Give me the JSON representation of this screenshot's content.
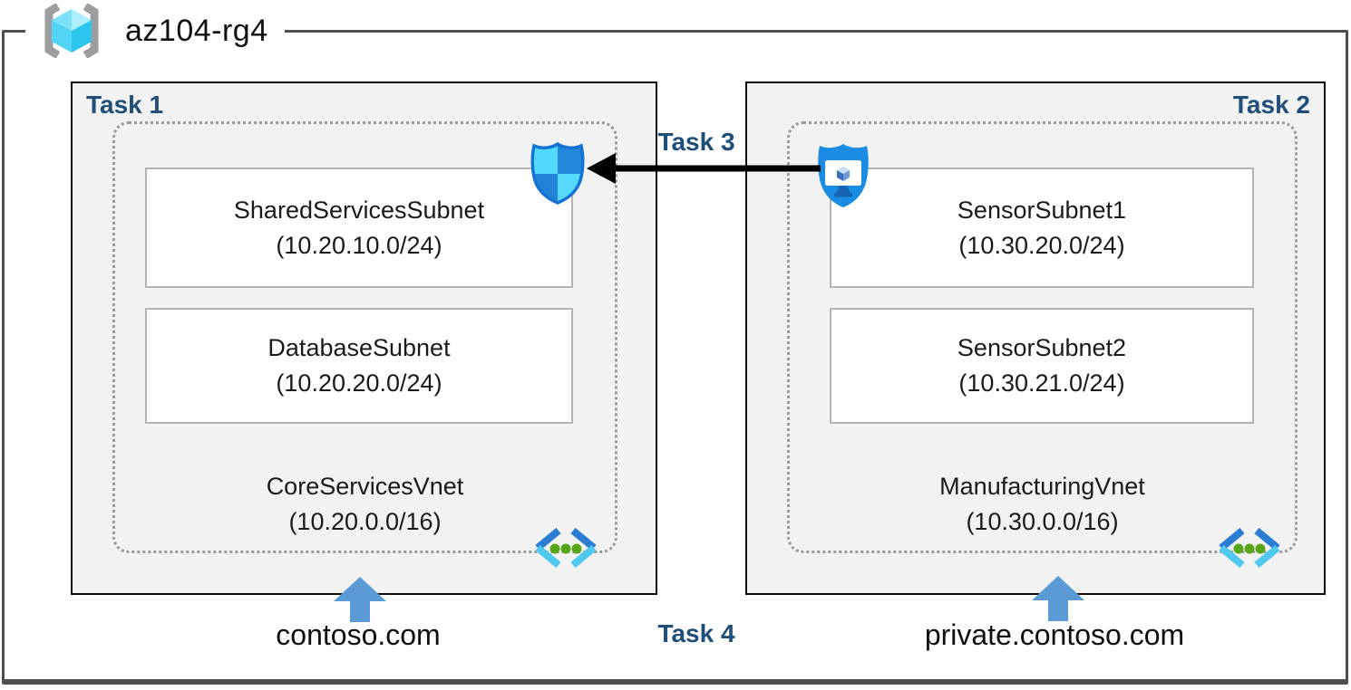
{
  "resource_group": {
    "name": "az104-rg4"
  },
  "labels": {
    "task1": "Task 1",
    "task2": "Task 2",
    "task3": "Task 3",
    "task4": "Task 4"
  },
  "vnets": [
    {
      "name": "CoreServicesVnet",
      "cidr": "(10.20.0.0/16)",
      "domain": "contoso.com",
      "subnets": [
        {
          "name": "SharedServicesSubnet",
          "cidr": "(10.20.10.0/24)"
        },
        {
          "name": "DatabaseSubnet",
          "cidr": "(10.20.20.0/24)"
        }
      ]
    },
    {
      "name": "ManufacturingVnet",
      "cidr": "(10.30.0.0/16)",
      "domain": "private.contoso.com",
      "subnets": [
        {
          "name": "SensorSubnet1",
          "cidr": "(10.30.20.0/24)"
        },
        {
          "name": "SensorSubnet2",
          "cidr": "(10.30.21.0/24)"
        }
      ]
    }
  ],
  "icons": {
    "resource_group": "resource-group-brackets-cube",
    "left_shield": "network-security-group-shield",
    "right_shield": "bastion-shield-monitor",
    "vnet": "virtual-network-angle-brackets",
    "up_arrow": "blue-up-block-arrow",
    "task3_arrow": "black-left-arrow"
  },
  "colors": {
    "task_label": "#1F4E79",
    "box_fill": "#F2F2F2",
    "frame_border": "#4F4F4F",
    "box_border": "#0D0D0D",
    "subnet_border": "#B3B3B3",
    "dotted_border": "#9B9B9B",
    "blue_arrow": "#5B9BD5",
    "black_arrow": "#000000",
    "vnet_dark_blue": "#2B7CD3",
    "vnet_light_cyan": "#50C8F0",
    "vnet_dot_green": "#57A617",
    "nsg_light": "#53D9FC",
    "nsg_blue": "#2488DA",
    "bastion_blue": "#1B8CE3",
    "rg_cube_cyan": "#52D5F4",
    "rg_bracket_gray": "#9E9EA0"
  }
}
